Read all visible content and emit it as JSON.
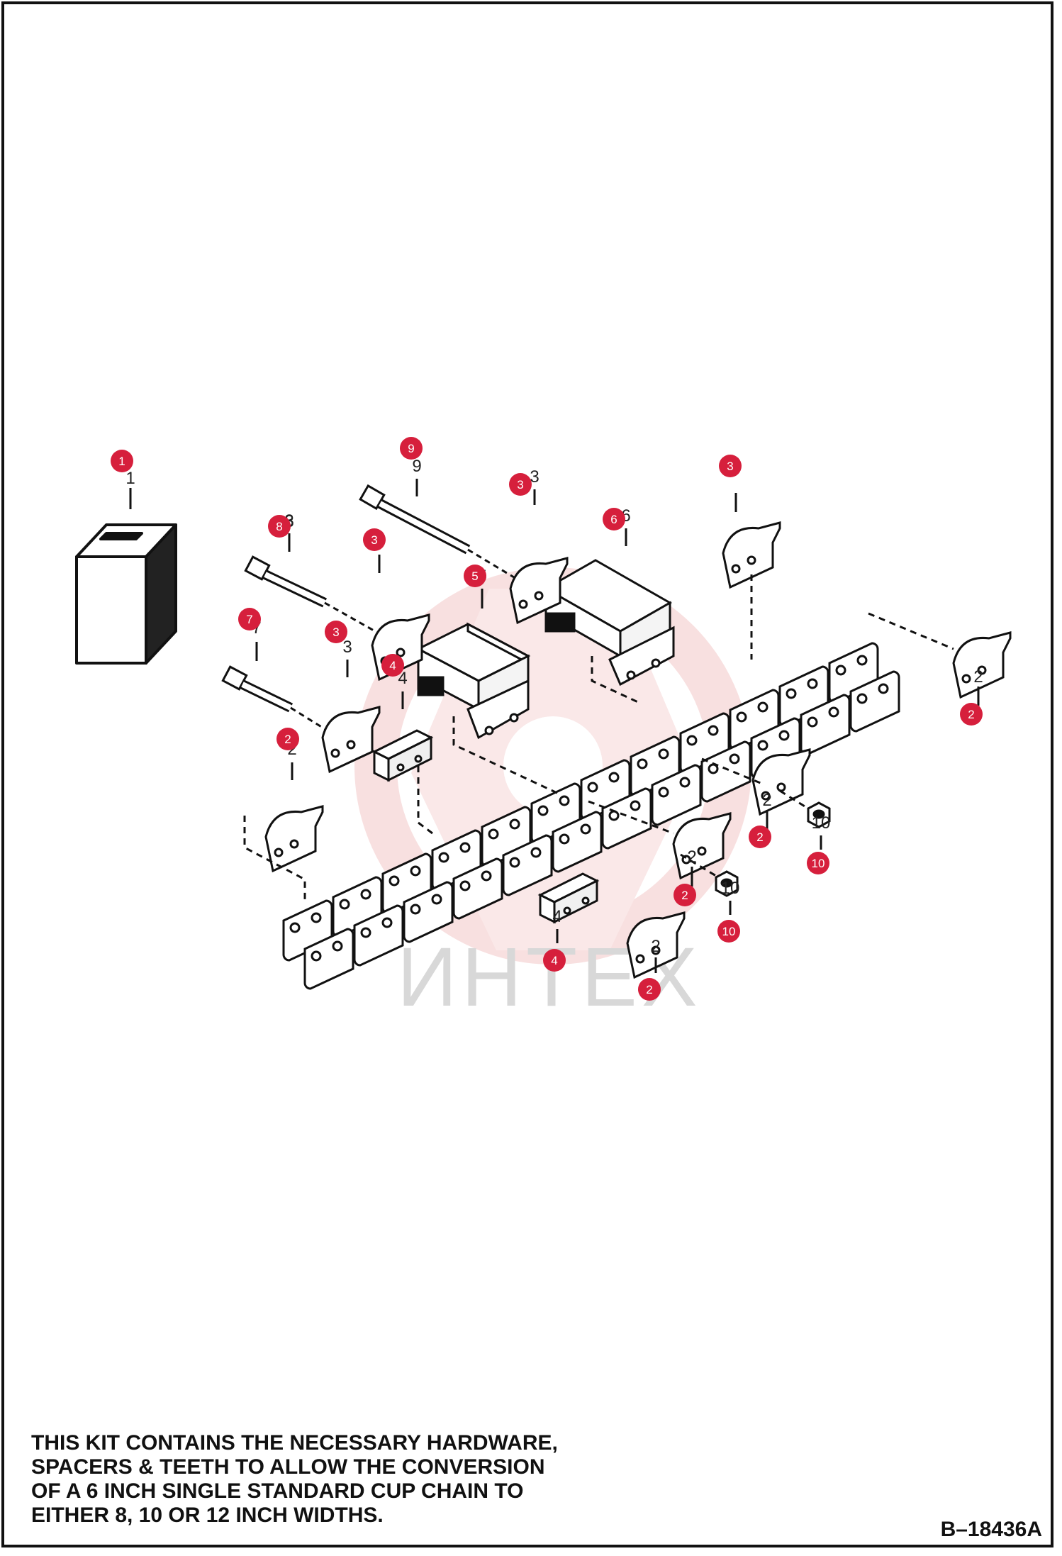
{
  "diagram": {
    "watermark": "ИНТЕХ",
    "callouts": [
      "1",
      "2",
      "2",
      "2",
      "2",
      "2",
      "3",
      "3",
      "3",
      "3",
      "4",
      "4",
      "5",
      "6",
      "7",
      "8",
      "9",
      "10",
      "10"
    ],
    "part_numbers": [
      "1",
      "2",
      "2",
      "2",
      "2",
      "2",
      "3",
      "3",
      "3",
      "3",
      "4",
      "4",
      "5",
      "6",
      "7",
      "8",
      "9",
      "10",
      "10"
    ]
  },
  "note": {
    "lines": [
      "THIS KIT CONTAINS THE NECESSARY HARDWARE,",
      "SPACERS & TEETH TO ALLOW THE CONVERSION",
      "OF A 6 INCH SINGLE STANDARD CUP CHAIN TO",
      "EITHER 8, 10 OR 12 INCH WIDTHS."
    ]
  },
  "drawing_id": "B–18436A",
  "colors": {
    "callout": "#d61f3c",
    "ink": "#111111",
    "watermark": "#f3c7c7"
  }
}
